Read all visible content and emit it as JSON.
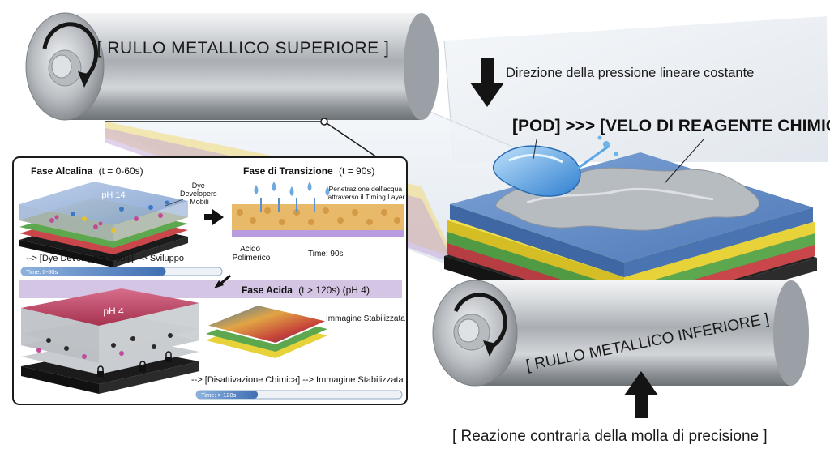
{
  "labels": {
    "roller_top": "[ RULLO METALLICO SUPERIORE ]",
    "roller_bottom": "[ RULLO METALLICO INFERIORE ]",
    "pressure": "Direzione della pressione lineare costante",
    "pod": "[POD] >>> [VELO DI REAGENTE CHIMICO]",
    "spring": "[ Reazione contraria della molla di precisione ]"
  },
  "inset": {
    "alk_title": "Fase Alcalina",
    "alk_time": "(t = 0-60s)",
    "ph14": "pH 14",
    "dye1": "Dye",
    "dye2": "Developers",
    "dye3": "Mobili",
    "alk_caption": "--> [Dye Developers Mobili] --> Sviluppo",
    "alk_bar": "Time: 0-60s",
    "trans_title": "Fase di Transizione",
    "trans_time": "(t = 90s)",
    "pen1": "Penetrazione dell'acqua",
    "pen2": "attraverso il Timing Layer",
    "acid1": "Acido",
    "acid2": "Polimerico",
    "trans_time_label": "Time: 90s",
    "acid_title": "Fase Acida",
    "acid_time": "(t > 120s) (pH 4)",
    "ph4": "pH 4",
    "stabilized": "Immagine Stabilizzata",
    "acid_caption": "--> [Disattivazione Chimica] --> Immagine Stabilizzata",
    "acid_bar": "Time: > 120s"
  },
  "progress": {
    "alk_fraction": 0.72,
    "acid_fraction": 0.3
  },
  "colors": {
    "layer_blue": "#4f79b8",
    "layer_yellow": "#e7d23a",
    "layer_green": "#5da84e",
    "layer_red": "#c9474b",
    "layer_black": "#1c1c1c",
    "acid_band": "#c9b8dc",
    "ph4_top": "#c74a6a"
  },
  "icons": [
    "rotation-arrow-icon",
    "down-arrow-icon",
    "up-arrow-icon",
    "right-arrow-icon",
    "lock-icon"
  ]
}
